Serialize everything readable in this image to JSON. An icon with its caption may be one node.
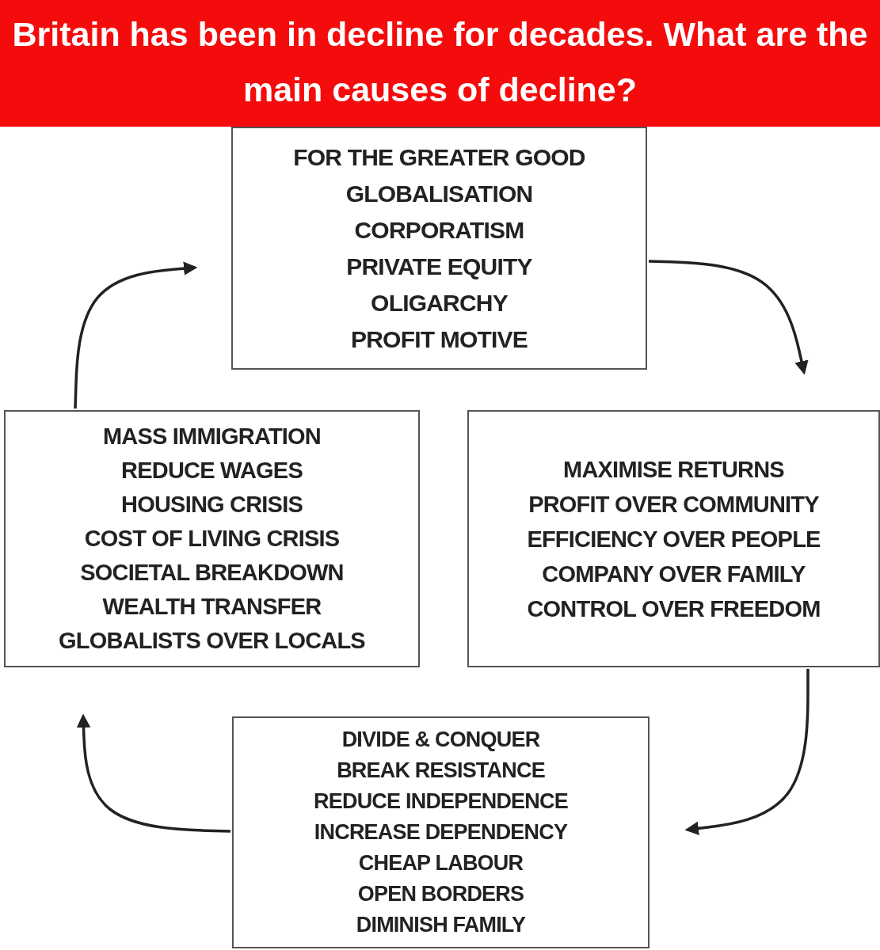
{
  "diagram": {
    "title": "Britain has been in decline for decades. What are the main causes of decline?",
    "nodes": [
      {
        "text": [
          "FOR THE GREATER GOOD",
          "GLOBALISATION",
          "CORPORATISM",
          "PRIVATE EQUITY",
          "OLIGARCHY",
          "PROFIT MOTIVE"
        ]
      },
      {
        "text": [
          "MAXIMISE RETURNS",
          "PROFIT OVER COMMUNITY",
          "EFFICIENCY OVER PEOPLE",
          "COMPANY OVER FAMILY",
          "CONTROL OVER FREEDOM"
        ]
      },
      {
        "text": [
          "DIVIDE & CONQUER",
          "BREAK RESISTANCE",
          "REDUCE INDEPENDENCE",
          "INCREASE DEPENDENCY",
          "CHEAP LABOUR",
          "OPEN BORDERS",
          "DIMINISH FAMILY"
        ]
      },
      {
        "text": [
          "MASS IMMIGRATION",
          "REDUCE WAGES",
          "HOUSING CRISIS",
          "COST OF LIVING CRISIS",
          "SOCIETAL BREAKDOWN",
          "WEALTH TRANSFER",
          "GLOBALISTS OVER LOCALS"
        ]
      }
    ],
    "edges": [
      {
        "from": 0,
        "to": 1,
        "arrow": "to"
      },
      {
        "from": 1,
        "to": 2,
        "arrow": "to"
      },
      {
        "from": 2,
        "to": 3,
        "arrow": "to"
      },
      {
        "from": 3,
        "to": 0,
        "arrow": "to"
      }
    ]
  }
}
